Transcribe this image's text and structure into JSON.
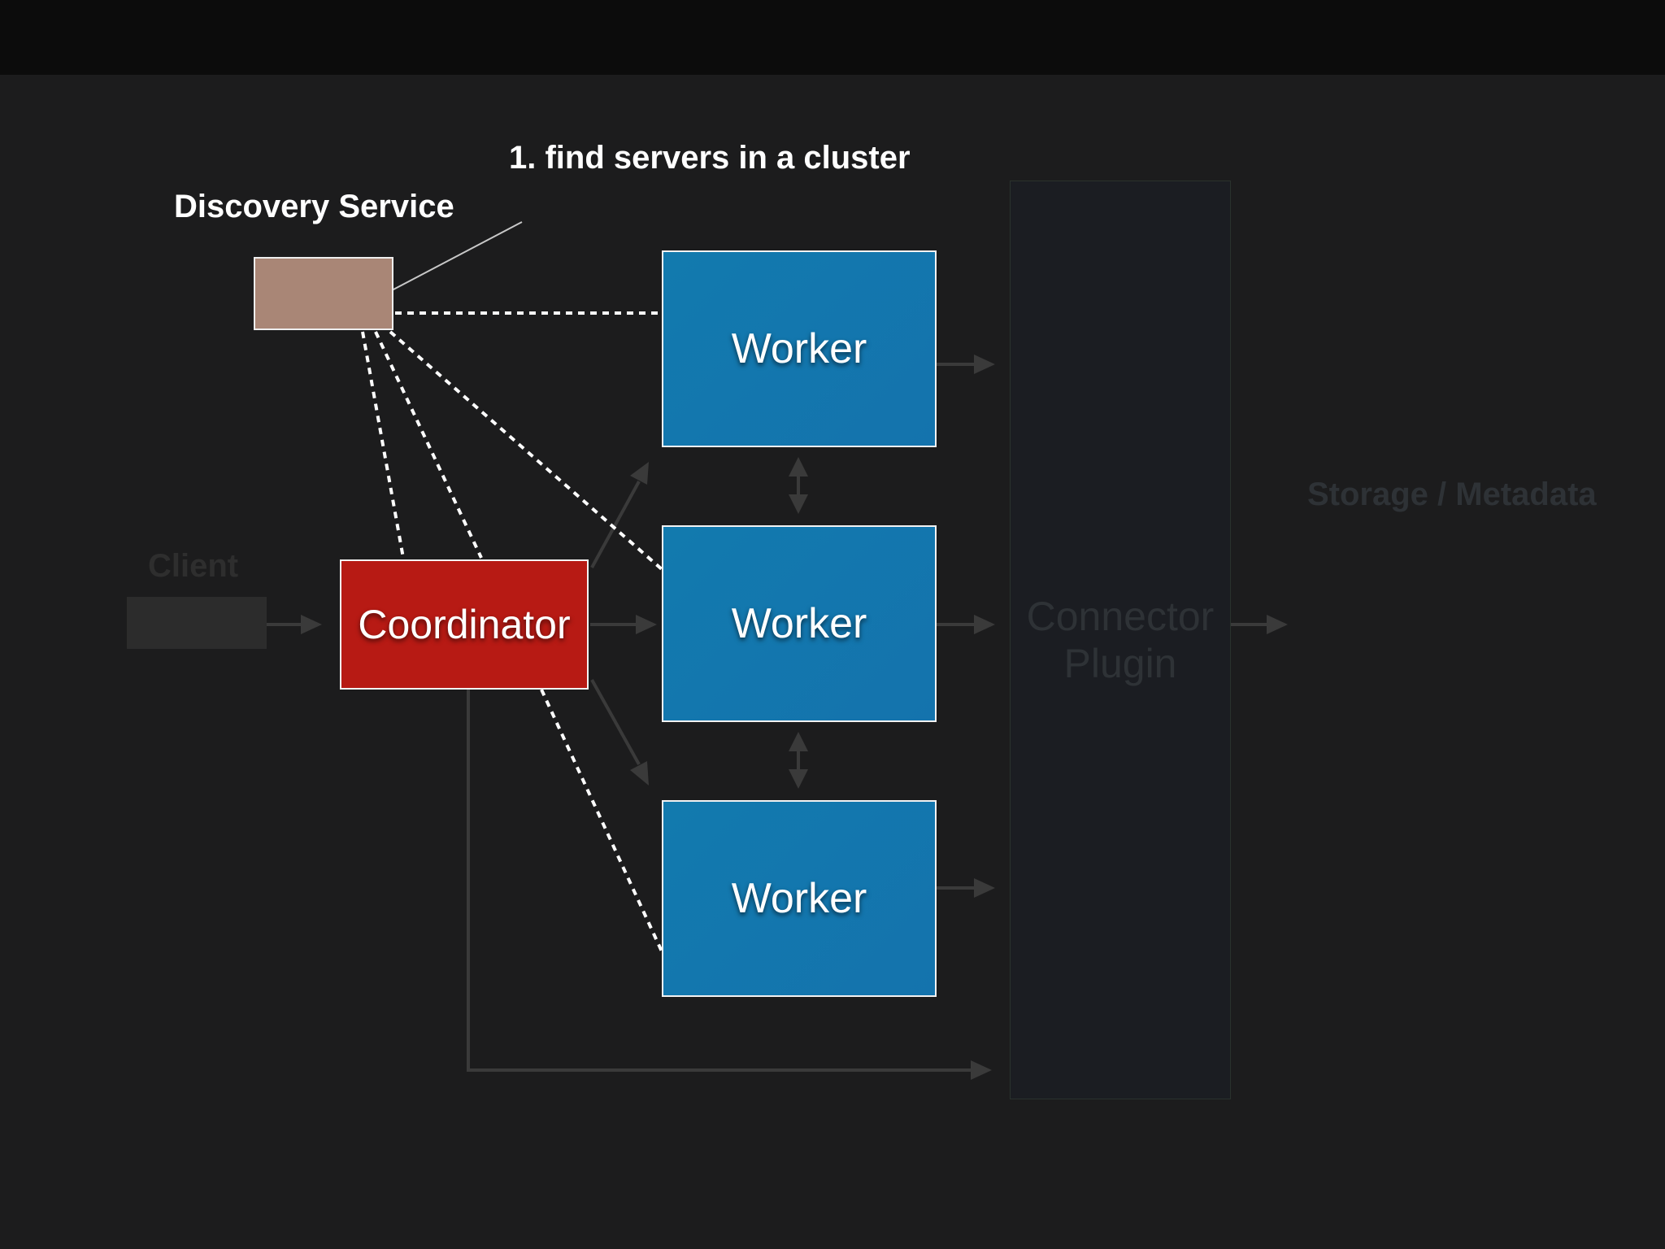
{
  "step_title": "1. find servers in a cluster",
  "nodes": {
    "discovery": {
      "label": "Discovery Service"
    },
    "client": {
      "label": "Client"
    },
    "coordinator": {
      "label": "Coordinator"
    },
    "workers": [
      {
        "label": "Worker"
      },
      {
        "label": "Worker"
      },
      {
        "label": "Worker"
      }
    ],
    "connector": {
      "line1": "Connector",
      "line2": "Plugin"
    },
    "storage": {
      "label": "Storage / Metadata"
    }
  },
  "colors": {
    "background": "#1c1c1d",
    "top_bar": "#0c0c0c",
    "worker": "#1277ad",
    "coordinator": "#b71a14",
    "discovery": "#a98676",
    "dim_text": "#2e3236",
    "dotted_link": "#ffffff",
    "dim_arrow": "#3a3a3a"
  }
}
